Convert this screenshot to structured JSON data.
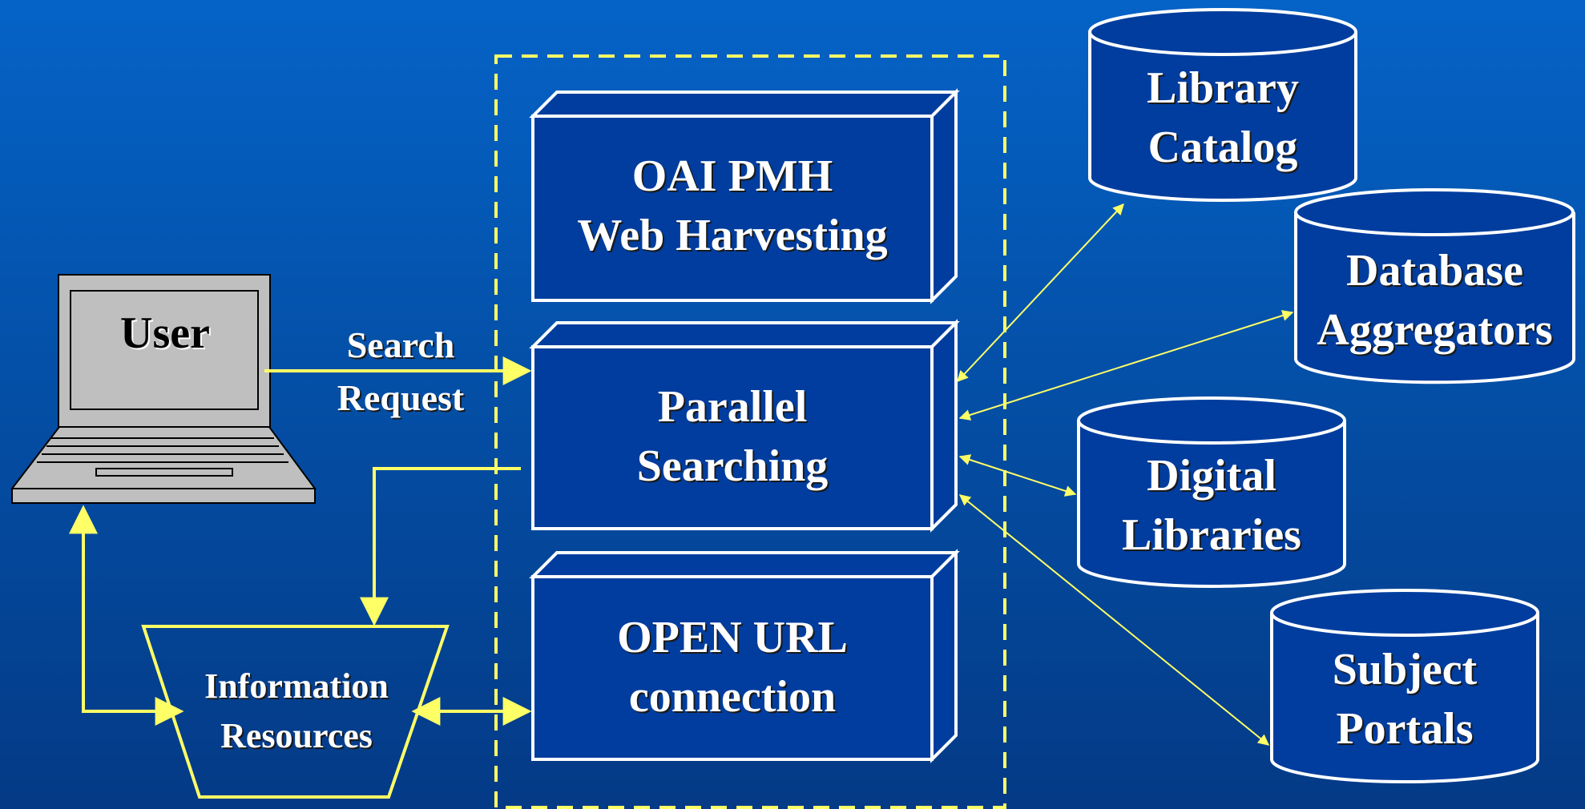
{
  "user": {
    "label": "User"
  },
  "search_request": {
    "line1": "Search",
    "line2": "Request"
  },
  "modules": [
    {
      "id": "oai",
      "line1": "OAI PMH",
      "line2": "Web Harvesting"
    },
    {
      "id": "parallel",
      "line1": "Parallel",
      "line2": "Searching"
    },
    {
      "id": "openurl",
      "line1": "OPEN URL",
      "line2": "connection"
    }
  ],
  "info_resources": {
    "line1": "Information",
    "line2": "Resources"
  },
  "sources": [
    {
      "id": "library",
      "line1": "Library",
      "line2": "Catalog"
    },
    {
      "id": "aggregators",
      "line1": "Database",
      "line2": "Aggregators"
    },
    {
      "id": "digital",
      "line1": "Digital",
      "line2": "Libraries"
    },
    {
      "id": "portals",
      "line1": "Subject",
      "line2": "Portals"
    }
  ],
  "colors": {
    "arrow": "#ffff66",
    "box_fill": "#003d9e",
    "outline": "#ffffff",
    "laptop": "#bfbfbf"
  }
}
